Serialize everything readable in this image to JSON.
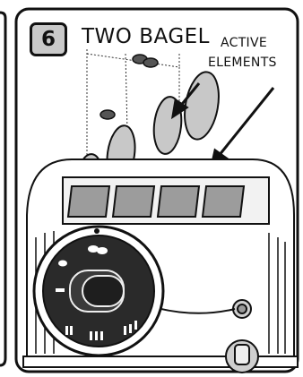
{
  "panel": {
    "step_number": "6",
    "title": "TWO BAGEL",
    "callout_line1": "ACTIVE",
    "callout_line2": "ELEMENTS"
  },
  "icons": [
    "bagel-symbol-icon",
    "toaster",
    "control-dial",
    "knob"
  ]
}
